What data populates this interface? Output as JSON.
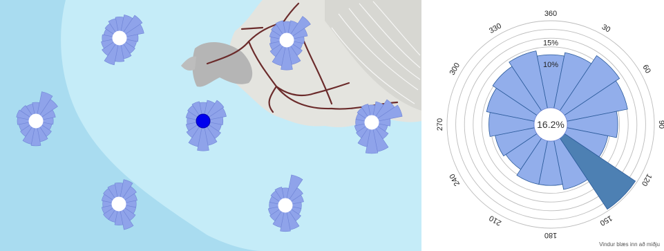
{
  "map": {
    "colors": {
      "deep_sea": "#a9dcf0",
      "shallow_sea": "#c5ecf8",
      "land": "#e4e4df",
      "urban": "#b5b5b5",
      "road": "#6b2b2b",
      "rose": "#8fa3ea",
      "rose_stroke": "#6f84d6",
      "selected_marker": "#0000ee"
    },
    "stations": [
      {
        "id": "nw",
        "selected": false,
        "petals": [
          0.6,
          0.7,
          0.85,
          0.75,
          0.5,
          0.45,
          0.5,
          0.6,
          0.7,
          0.85,
          0.6,
          0.5,
          0.45,
          0.4,
          0.45,
          0.55
        ]
      },
      {
        "id": "ne",
        "selected": false,
        "petals": [
          0.5,
          0.55,
          0.9,
          0.6,
          0.45,
          0.4,
          0.5,
          0.75,
          0.95,
          0.8,
          0.55,
          0.45,
          0.4,
          0.45,
          0.5,
          0.55
        ]
      },
      {
        "id": "w",
        "selected": false,
        "petals": [
          0.5,
          0.95,
          0.8,
          0.55,
          0.45,
          0.4,
          0.5,
          0.6,
          0.75,
          0.7,
          0.5,
          0.45,
          0.5,
          0.55,
          0.5,
          0.45
        ]
      },
      {
        "id": "center",
        "selected": true,
        "petals": [
          0.5,
          0.6,
          0.75,
          0.7,
          0.55,
          0.5,
          0.6,
          0.75,
          0.95,
          0.8,
          0.55,
          0.45,
          0.4,
          0.45,
          0.5,
          0.55
        ]
      },
      {
        "id": "e",
        "selected": false,
        "petals": [
          0.45,
          0.6,
          0.85,
          1.0,
          0.5,
          0.4,
          0.55,
          0.95,
          1.0,
          0.75,
          0.5,
          0.45,
          0.4,
          0.4,
          0.45,
          0.5
        ]
      },
      {
        "id": "sw",
        "selected": false,
        "petals": [
          0.6,
          0.75,
          0.6,
          0.5,
          0.45,
          0.45,
          0.55,
          0.8,
          0.6,
          0.5,
          0.5,
          0.45,
          0.4,
          0.45,
          0.5,
          0.55
        ]
      },
      {
        "id": "s",
        "selected": false,
        "petals": [
          0.45,
          1.0,
          0.6,
          0.5,
          0.4,
          0.4,
          0.5,
          0.75,
          0.8,
          0.65,
          0.5,
          0.45,
          0.4,
          0.4,
          0.45,
          0.5
        ]
      }
    ]
  },
  "chart_data": {
    "type": "polar-bar",
    "axis_ticks": [
      "360",
      "30",
      "60",
      "90",
      "120",
      "150",
      "180",
      "210",
      "240",
      "270",
      "300",
      "330"
    ],
    "axis_tick_angles": [
      0,
      30,
      60,
      90,
      120,
      150,
      180,
      210,
      240,
      270,
      300,
      330
    ],
    "ring_labels": [
      "10%",
      "15%"
    ],
    "ring_values": [
      10,
      15
    ],
    "ring_count": 10,
    "r_max": 20,
    "center_label": "16.2%",
    "center_value": 16.2,
    "sectors": 16,
    "values": [
      12.2,
      13.0,
      15.2,
      14.2,
      11.6,
      9.6,
      19.6,
      11.4,
      10.2,
      10.2,
      8.6,
      9.2,
      10.4,
      11.2,
      12.2,
      13.4
    ],
    "highlight_index": 6,
    "colors": {
      "bar": "#92aeeb",
      "bar_stroke": "#2a5a9a",
      "highlight": "#4d80b3",
      "ring": "#bcbcbc"
    },
    "note": "Vindur blæs inn að miðju"
  }
}
